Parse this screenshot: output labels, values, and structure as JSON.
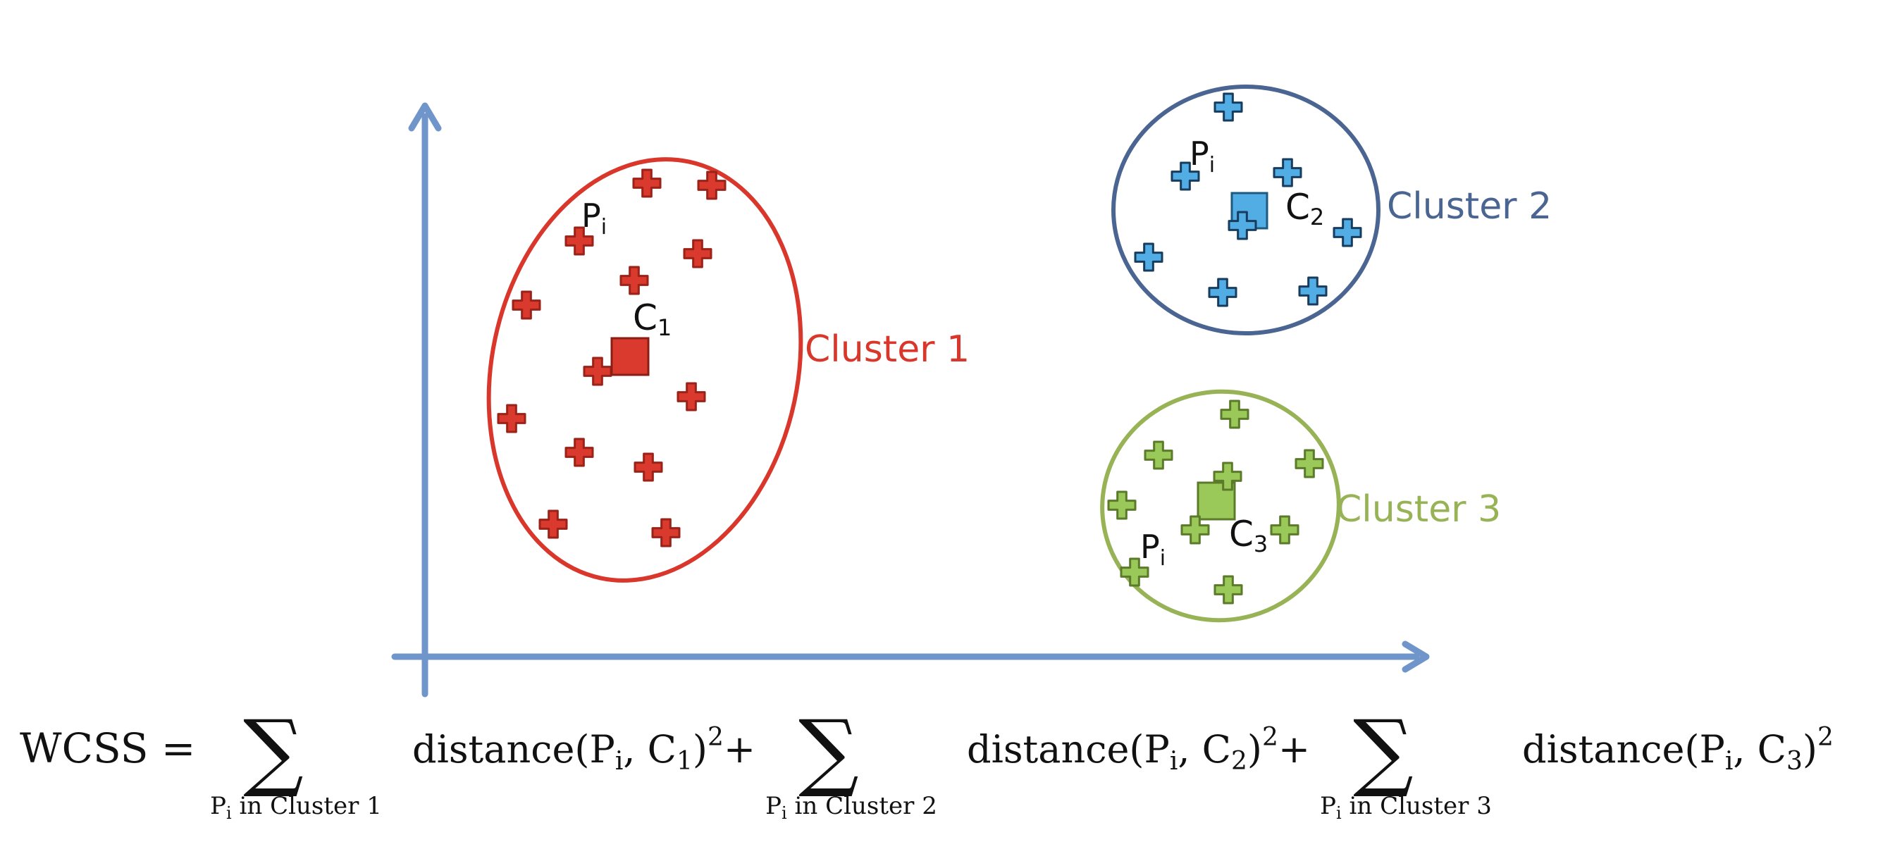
{
  "colors": {
    "axis": "#6f95cb",
    "cluster1": "#d9372b",
    "cluster1_point": "#d93a2d",
    "cluster2_ring": "#4a6592",
    "cluster2_label": "#4a6592",
    "cluster2_point": "#52ade4",
    "cluster3": "#97b356",
    "cluster3_point": "#9ac95a",
    "text": "#111111"
  },
  "clusters": [
    {
      "id": "1",
      "label": "Cluster 1",
      "centroid": "C",
      "centroid_sub": "1",
      "point_label": "P",
      "point_label_sub": "i",
      "point_icon": "cross-icon",
      "centroid_icon": "square-icon"
    },
    {
      "id": "2",
      "label": "Cluster 2",
      "centroid": "C",
      "centroid_sub": "2",
      "point_label": "P",
      "point_label_sub": "i",
      "point_icon": "cross-icon",
      "centroid_icon": "square-icon"
    },
    {
      "id": "3",
      "label": "Cluster 3",
      "centroid": "C",
      "centroid_sub": "3",
      "point_label": "P",
      "point_label_sub": "i",
      "point_icon": "cross-icon",
      "centroid_icon": "square-icon"
    }
  ],
  "formula": {
    "lhs": "WCSS =",
    "sum_symbol": "∑",
    "terms": [
      {
        "under_p": "P",
        "under_sub": "i",
        "under_rest": " in Cluster 1",
        "body": "distance(P",
        "body_sub": "i",
        "body_mid": ", C",
        "centroid_sub": "1",
        "body_end": ")",
        "power": "2",
        "plus": "+"
      },
      {
        "under_p": "P",
        "under_sub": "i",
        "under_rest": " in Cluster 2",
        "body": "distance(P",
        "body_sub": "i",
        "body_mid": ", C",
        "centroid_sub": "2",
        "body_end": ")",
        "power": "2",
        "plus": "+"
      },
      {
        "under_p": "P",
        "under_sub": "i",
        "under_rest": " in Cluster 3",
        "body": "distance(P",
        "body_sub": "i",
        "body_mid": ", C",
        "centroid_sub": "3",
        "body_end": ")",
        "power": "2",
        "plus": ""
      }
    ]
  }
}
